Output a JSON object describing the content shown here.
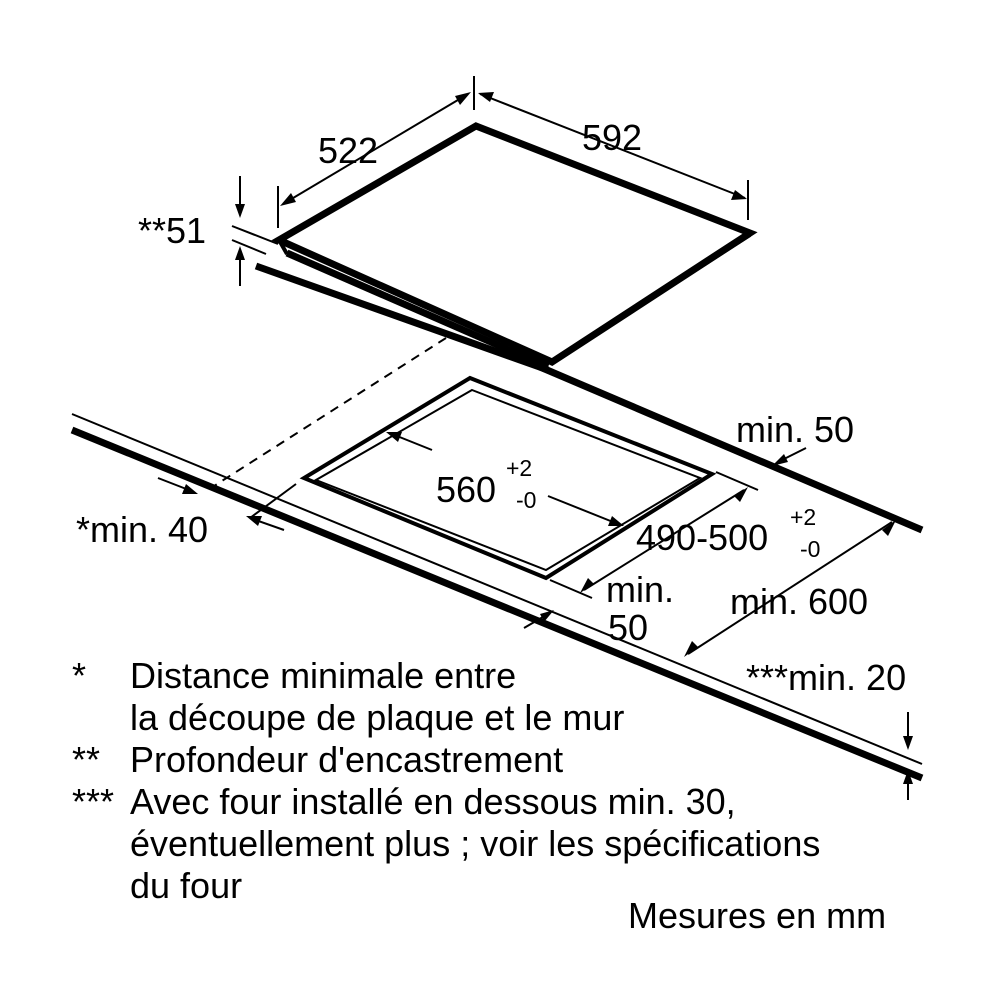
{
  "dimensions": {
    "hob_depth": "522",
    "hob_width": "592",
    "install_depth": "**51",
    "min_back": "min. 50",
    "cutout_width": "560",
    "cutout_width_tol_plus": "+2",
    "cutout_width_tol_minus": "-0",
    "cutout_depth": "490-500",
    "cutout_depth_tol_plus": "+2",
    "cutout_depth_tol_minus": "-0",
    "min_wall": "*min. 40",
    "min_front_line1": "min.",
    "min_front_line2": "50",
    "min_600": "min. 600",
    "min_20": "***min. 20"
  },
  "notes": [
    {
      "mark": "*",
      "lines": [
        "Distance minimale entre",
        "la découpe de plaque et le mur"
      ]
    },
    {
      "mark": "**",
      "lines": [
        "Profondeur d'encastrement"
      ]
    },
    {
      "mark": "***",
      "lines": [
        "Avec four installé en dessous min. 30,",
        "éventuellement plus ; voir les spécifications",
        "du four"
      ]
    }
  ],
  "units_note": "Mesures en mm"
}
